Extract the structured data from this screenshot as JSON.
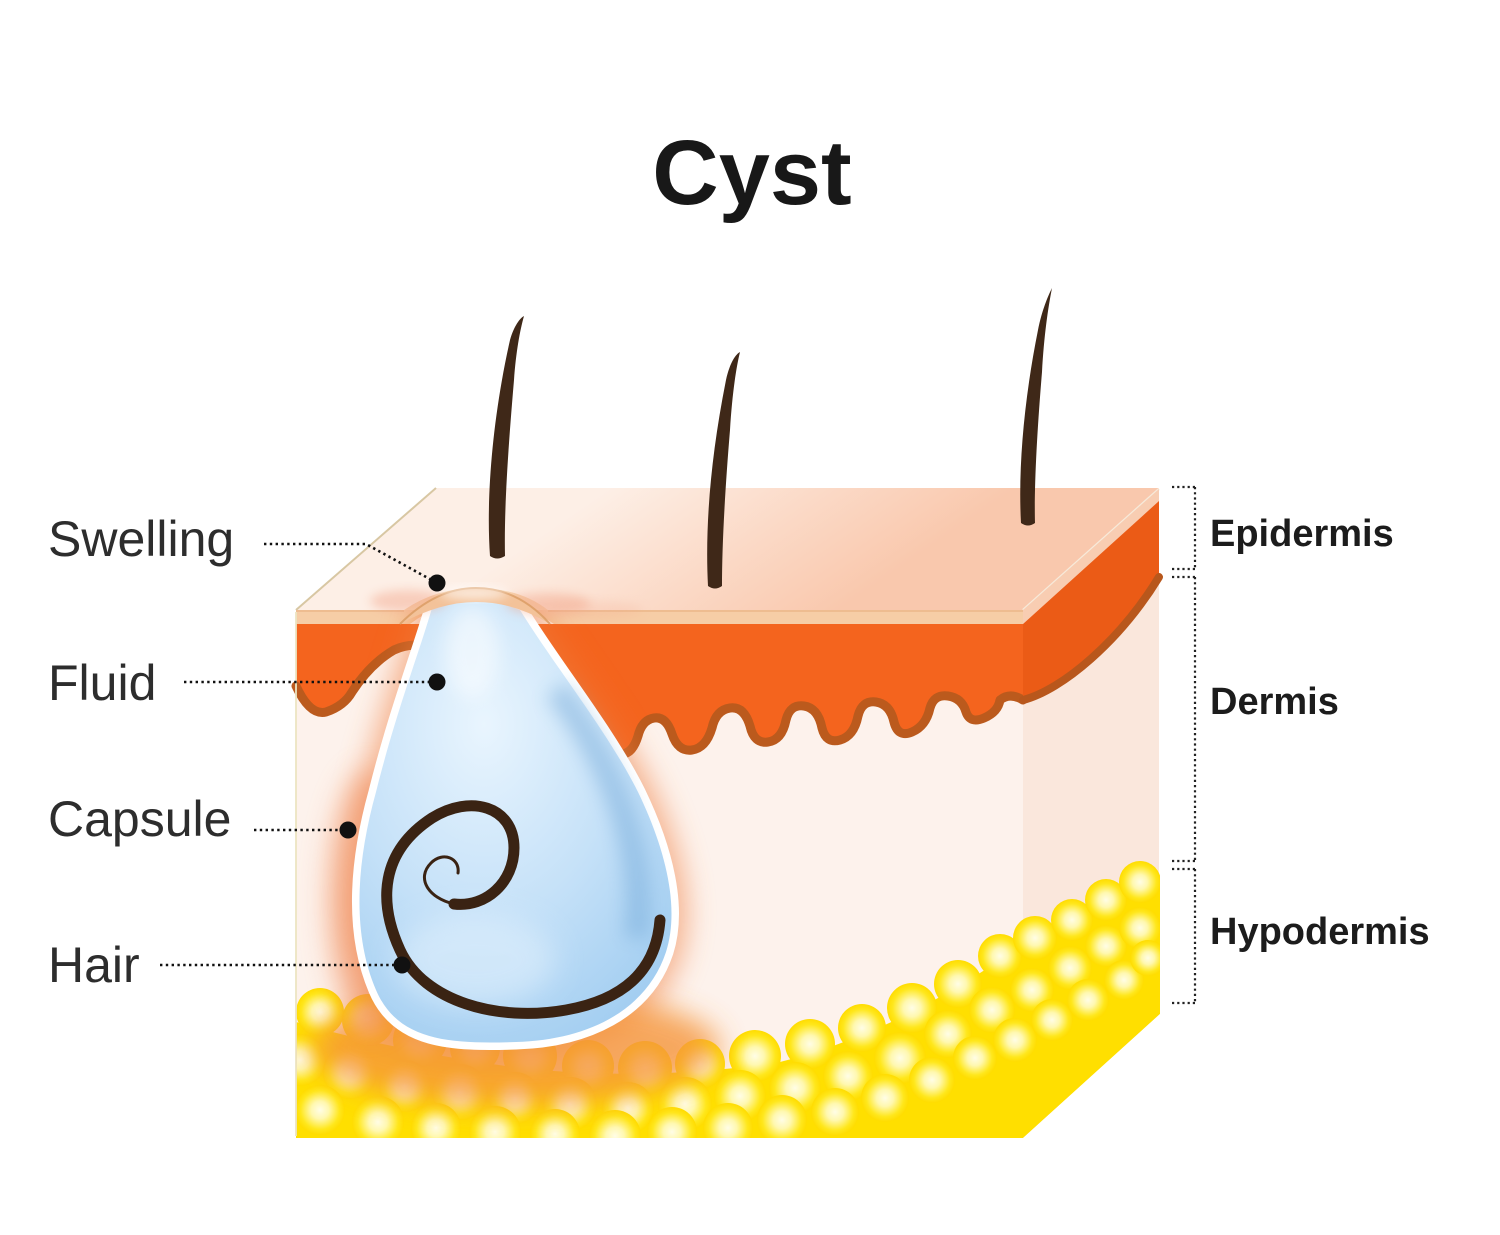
{
  "title": "Cyst",
  "callouts": {
    "swelling": "Swelling",
    "fluid": "Fluid",
    "capsule": "Capsule",
    "hair": "Hair"
  },
  "layers": {
    "epidermis": "Epidermis",
    "dermis": "Dermis",
    "hypodermis": "Hypodermis"
  },
  "colors": {
    "background": "#FFFFFF",
    "skin_top_face": "#FBD9C6",
    "epidermis_band": "#F6CDA6",
    "dermis_orange": "#F4641E",
    "dermis_orange_side": "#EB5B16",
    "dermis_border_brown": "#BB5A1D",
    "dermis_pink": "#FDF2EC",
    "dermis_pink_side": "#FAE7DC",
    "hypodermis_yellow": "#FFDF00",
    "fat_cell_yellow": "#FFE71C",
    "cyst_blue": "#A9D2F2",
    "cyst_glow_orange": "#F08445",
    "hair_brown": "#3F2818",
    "label_text": "#1C1C1C"
  }
}
